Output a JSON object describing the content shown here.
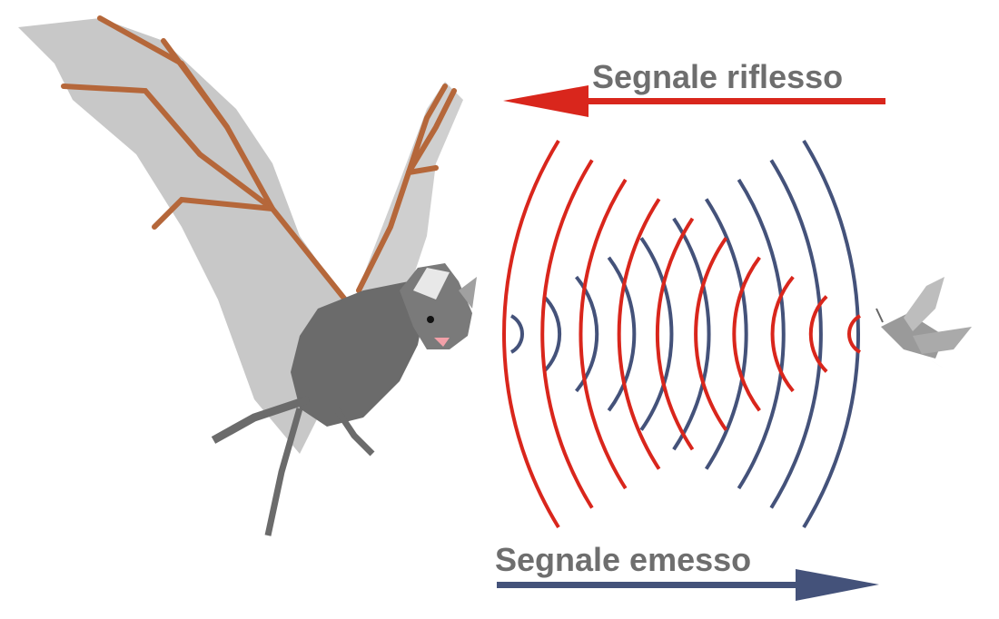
{
  "labels": {
    "reflected_signal": "Segnale riflesso",
    "emitted_signal": "Segnale emesso"
  },
  "colors": {
    "reflected": "#d9261c",
    "emitted": "#44527a",
    "text": "#6e6e6e",
    "bat_body": "#6b6b6b",
    "bat_wing": "#c8c8c8",
    "wing_bones": "#b5673a"
  },
  "wave_count": {
    "emitted": 10,
    "reflected": 10
  }
}
